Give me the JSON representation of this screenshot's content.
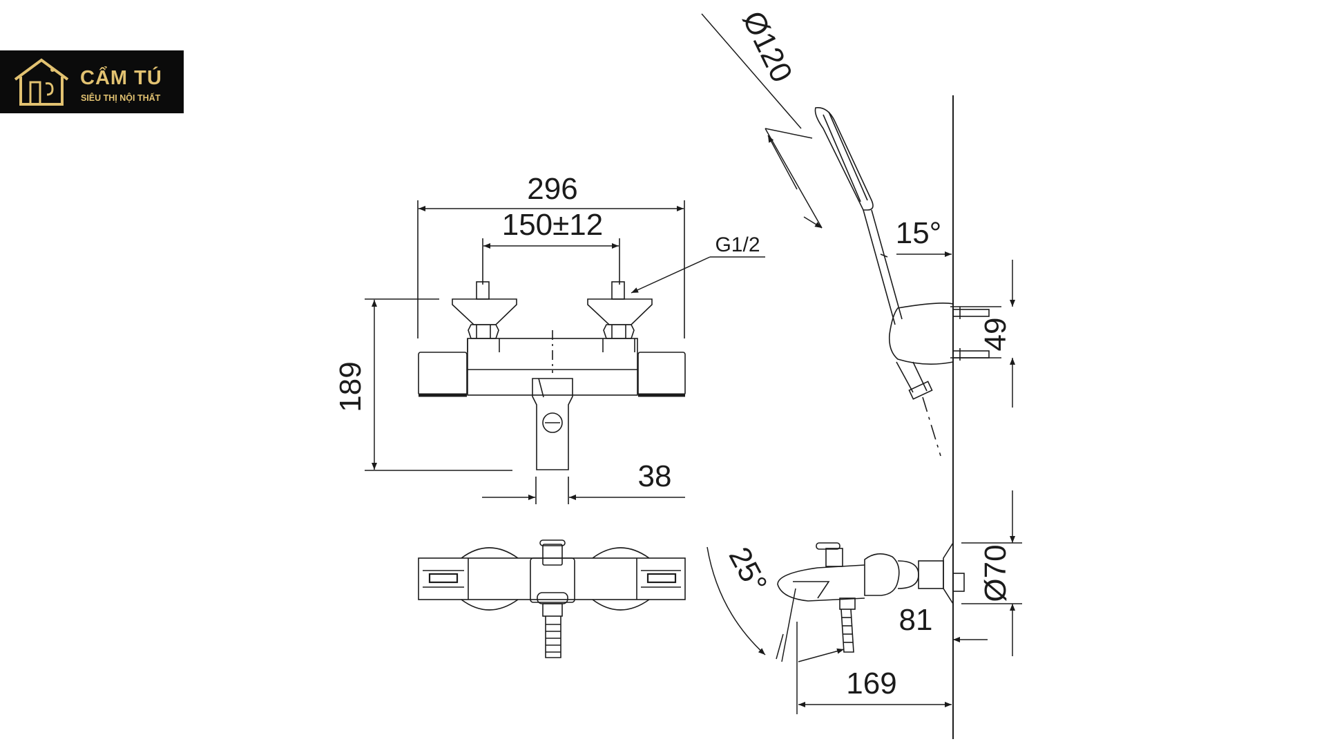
{
  "logo": {
    "name": "CẨM TÚ",
    "tagline": "SIÊU THỊ NỘI THẤT",
    "color": "#e2c271"
  },
  "dimensions": {
    "overall_width": "296",
    "inlet_spacing": "150±12",
    "thread": "G1/2",
    "height": "189",
    "spout_width": "38",
    "shower_head_diameter": "Ø120",
    "holder_angle": "15°",
    "holder_height": "49",
    "spout_angle": "25°",
    "escutcheon_diameter": "Ø70",
    "wall_offset": "81",
    "projection": "169"
  }
}
